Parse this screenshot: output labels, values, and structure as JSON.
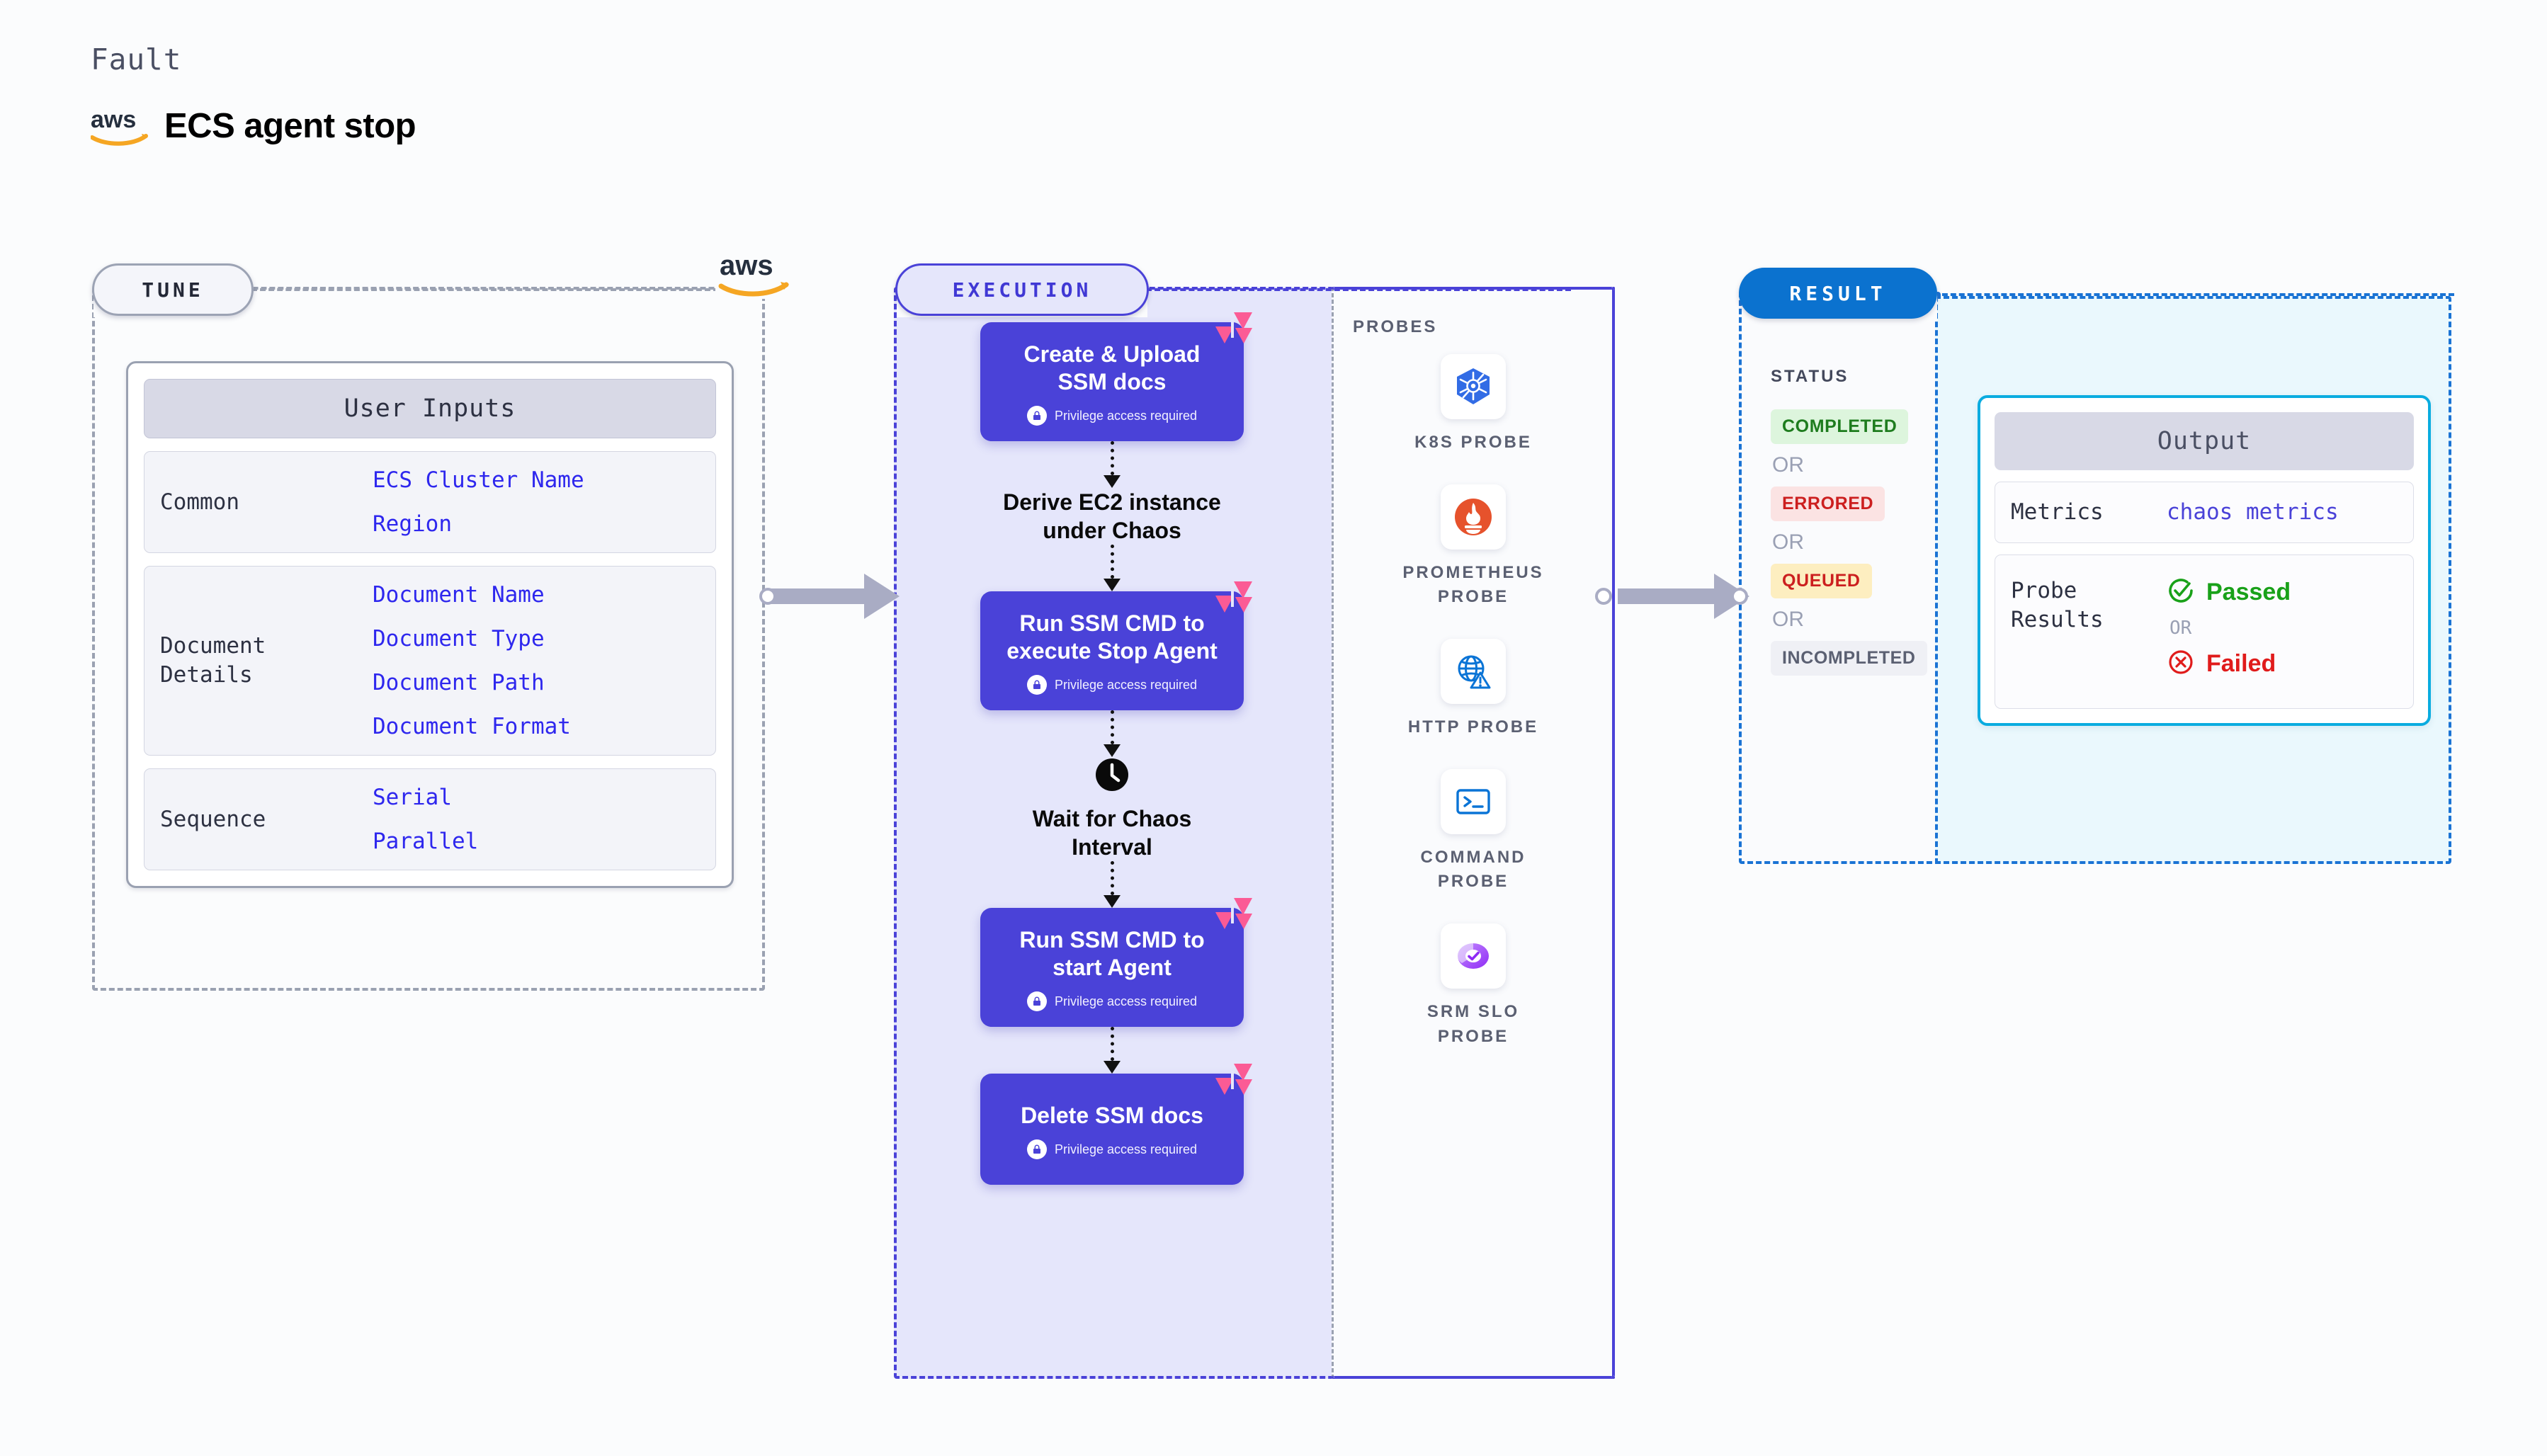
{
  "header": {
    "fault_label": "Fault",
    "title": "ECS agent stop",
    "logo_icon": "aws-logo-icon"
  },
  "tune": {
    "pill_label": "TUNE",
    "brand_logo_icon": "aws-logo-icon",
    "card_title": "User Inputs",
    "groups": [
      {
        "label": "Common",
        "values": [
          "ECS Cluster Name",
          "Region"
        ]
      },
      {
        "label": "Document\nDetails",
        "label_line1": "Document",
        "label_line2": "Details",
        "values": [
          "Document Name",
          "Document Type",
          "Document Path",
          "Document Format"
        ]
      },
      {
        "label": "Sequence",
        "values": [
          "Serial",
          "Parallel"
        ]
      }
    ]
  },
  "execution": {
    "pill_label": "EXECUTION",
    "nodes": [
      {
        "type": "task",
        "title_line1": "Create & Upload",
        "title_line2": "SSM docs",
        "privilege": "Privilege access required",
        "ribbon": "litmus-chaos-ribbon-icon",
        "lock": "lock-icon"
      },
      {
        "type": "plain",
        "title_line1": "Derive EC2 instance",
        "title_line2": "under Chaos"
      },
      {
        "type": "task",
        "title_line1": "Run SSM CMD to",
        "title_line2": "execute Stop Agent",
        "privilege": "Privilege access required",
        "ribbon": "litmus-chaos-ribbon-icon",
        "lock": "lock-icon"
      },
      {
        "type": "clock",
        "icon": "clock-icon",
        "title_line1": "Wait for Chaos",
        "title_line2": "Interval"
      },
      {
        "type": "task",
        "title_line1": "Run SSM CMD to",
        "title_line2": "start Agent",
        "privilege": "Privilege access required",
        "ribbon": "litmus-chaos-ribbon-icon",
        "lock": "lock-icon"
      },
      {
        "type": "task",
        "title_line1": "Delete SSM docs",
        "title_line2": "",
        "privilege": "Privilege access required",
        "ribbon": "litmus-chaos-ribbon-icon",
        "lock": "lock-icon"
      }
    ]
  },
  "probes": {
    "title": "PROBES",
    "items": [
      {
        "icon": "kubernetes-icon",
        "label_line1": "K8S  PROBE",
        "label_line2": ""
      },
      {
        "icon": "prometheus-icon",
        "label_line1": "PROMETHEUS",
        "label_line2": "PROBE"
      },
      {
        "icon": "http-globe-icon",
        "label_line1": "HTTP  PROBE",
        "label_line2": ""
      },
      {
        "icon": "command-terminal-icon",
        "label_line1": "COMMAND",
        "label_line2": "PROBE"
      },
      {
        "icon": "srm-slo-icon",
        "label_line1": "SRM  SLO",
        "label_line2": "PROBE"
      }
    ]
  },
  "result": {
    "pill_label": "RESULT",
    "status_title": "STATUS",
    "or_label": "OR",
    "statuses": [
      {
        "label": "COMPLETED",
        "color": "#1e7c1e",
        "bg": "#ddf5dd"
      },
      {
        "label": "ERRORED",
        "color": "#cc1f1f",
        "bg": "#fbe3e3"
      },
      {
        "label": "QUEUED",
        "color": "#cc1f1f",
        "bg": "#fdeec0"
      },
      {
        "label": "INCOMPLETED",
        "color": "#5b6072",
        "bg": "#eff0f5"
      }
    ],
    "output": {
      "card_title": "Output",
      "metrics_label": "Metrics",
      "metrics_value": "chaos metrics",
      "probe_results_label_line1": "Probe",
      "probe_results_label_line2": "Results",
      "passed_label": "Passed",
      "passed_icon": "check-circle-icon",
      "failed_label": "Failed",
      "failed_icon": "x-circle-icon",
      "or_label": "OR"
    }
  },
  "colors": {
    "accent_purple": "#4a42d8",
    "accent_blue": "#0b72cf",
    "chaos_pink": "#fb5b95",
    "aws_orange": "#f5a623",
    "passed_green": "#19a119",
    "failed_red": "#e01b1b"
  }
}
